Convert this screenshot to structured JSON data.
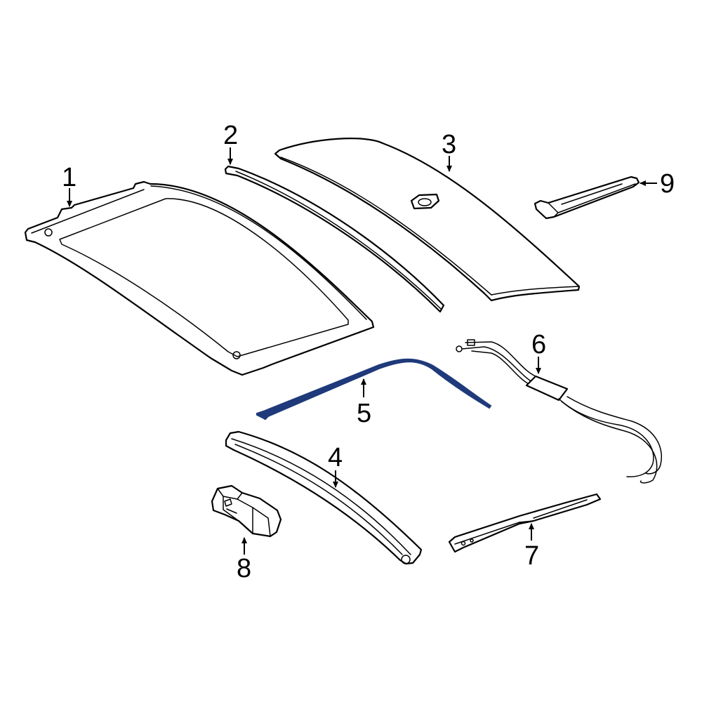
{
  "colors": {
    "line": "#000000",
    "background": "#ffffff",
    "highlight": "#1f3a7a"
  },
  "callouts": [
    {
      "number": "1"
    },
    {
      "number": "2"
    },
    {
      "number": "3"
    },
    {
      "number": "4"
    },
    {
      "number": "5"
    },
    {
      "number": "6"
    },
    {
      "number": "7"
    },
    {
      "number": "8"
    },
    {
      "number": "9"
    }
  ]
}
